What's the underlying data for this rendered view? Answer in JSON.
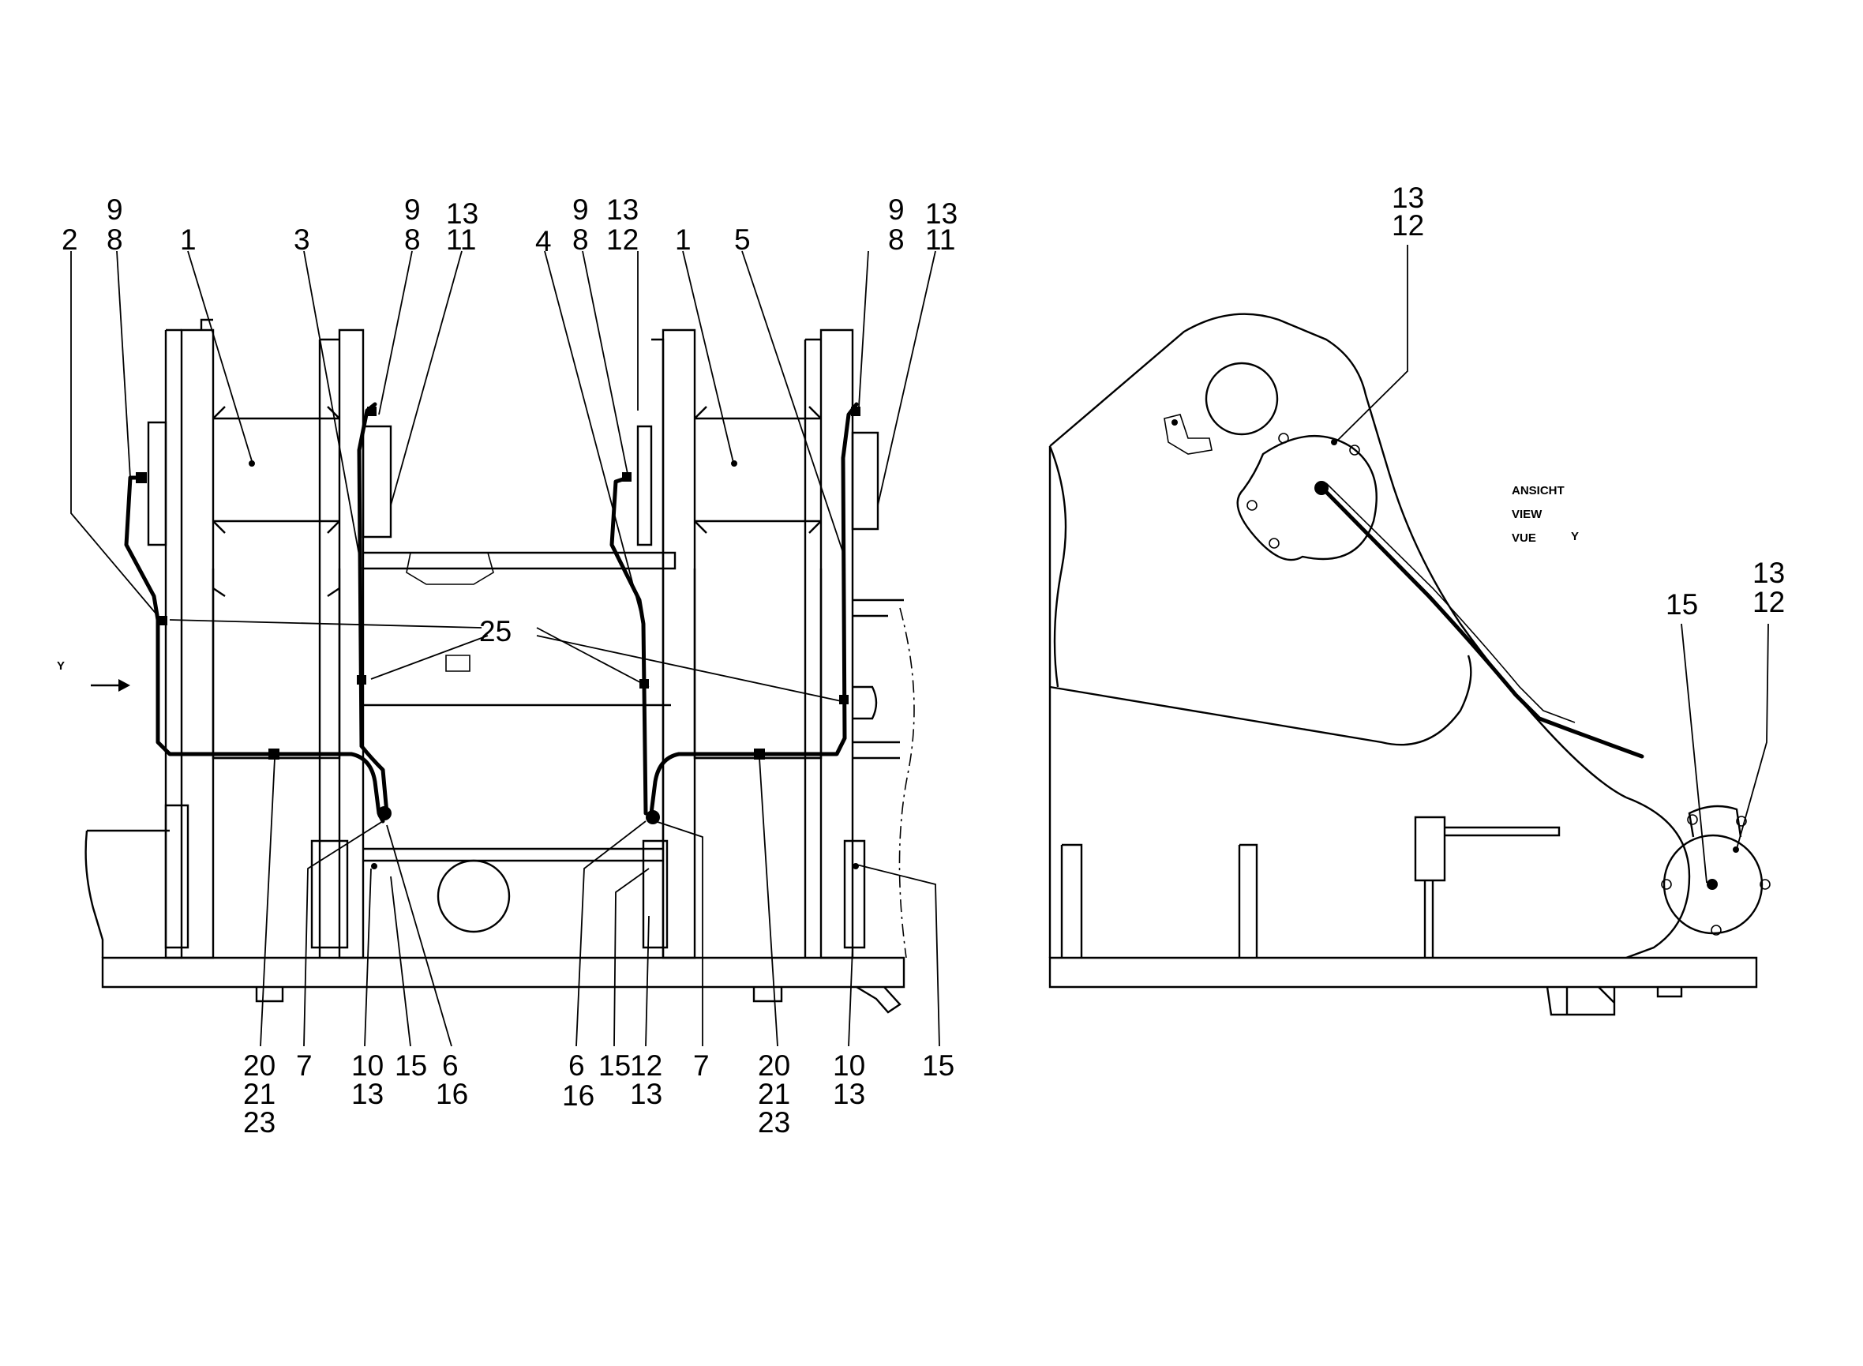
{
  "view_y_text": {
    "line1": "ANSICHT",
    "line2": "VIEW",
    "line3": "VUE",
    "letter": "Y"
  },
  "arrow_letter": "Y",
  "callouts": {
    "c_9a": "9",
    "c_8a": "8",
    "c_2": "2",
    "c_1a": "1",
    "c_3": "3",
    "c_9b": "9",
    "c_8b": "8",
    "c_13a": "13",
    "c_11a": "11",
    "c_9c": "9",
    "c_8c": "8",
    "c_13b": "13",
    "c_12a": "12",
    "c_4": "4",
    "c_1b": "1",
    "c_5": "5",
    "c_9d": "9",
    "c_8d": "8",
    "c_13c": "13",
    "c_11b": "11",
    "c_25": "25",
    "b_20a": "20",
    "b_21a": "21",
    "b_23a": "23",
    "b_7a": "7",
    "b_10a": "10",
    "b_13a": "13",
    "b_15a": "15",
    "b_6a": "6",
    "b_16a": "16",
    "b_6b": "6",
    "b_16b": "16",
    "b_15b": "15",
    "b_12b": "12",
    "b_13b": "13",
    "b_7b": "7",
    "b_20b": "20",
    "b_21b": "21",
    "b_23b": "23",
    "b_10b": "10",
    "b_13c": "13",
    "b_15c": "15",
    "r_13a": "13",
    "r_12a": "12",
    "r_15": "15",
    "r_13b": "13",
    "r_12b": "12"
  }
}
